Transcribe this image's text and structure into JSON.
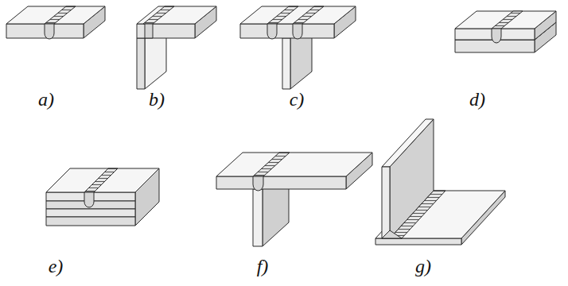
{
  "diagram": {
    "labels": [
      "a)",
      "b)",
      "c)",
      "d)",
      "e)",
      "f)",
      "g)"
    ]
  }
}
